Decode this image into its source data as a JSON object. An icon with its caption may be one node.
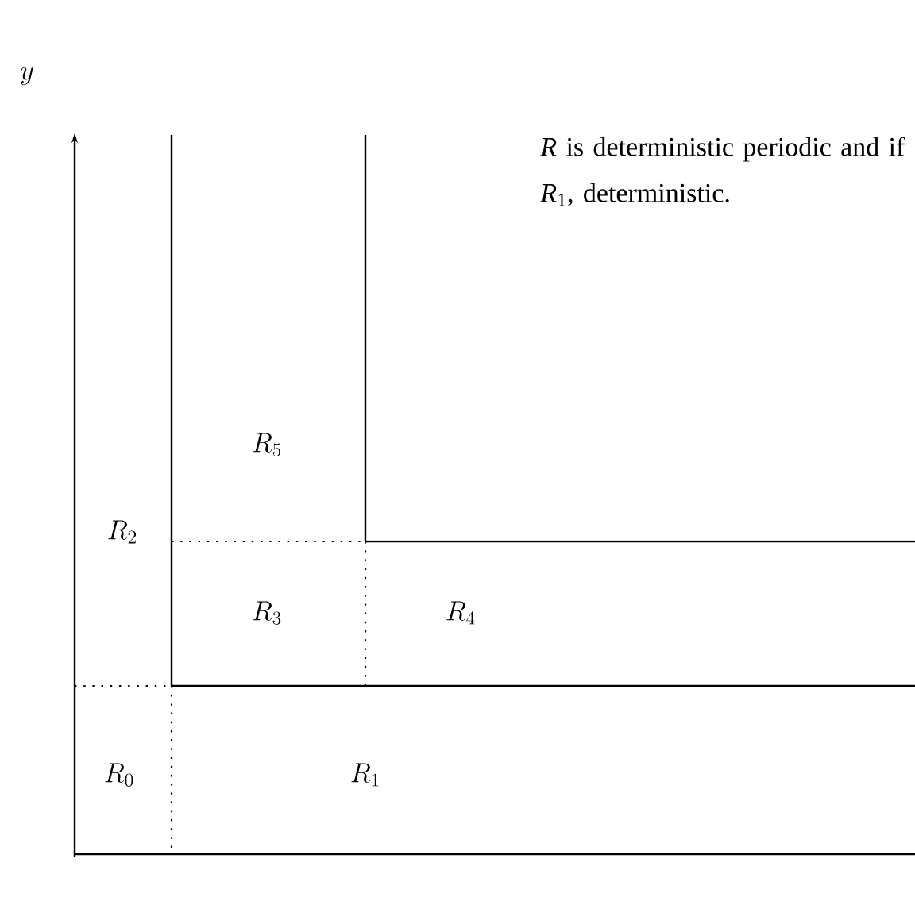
{
  "diagram": {
    "labels": [
      "y",
      "R_0",
      "R_1",
      "R_2",
      "R_3",
      "R_4",
      "R_5",
      "*R* is deterministic periodic and if *R*$_{1}$, deterministic."
    ]
  }
}
